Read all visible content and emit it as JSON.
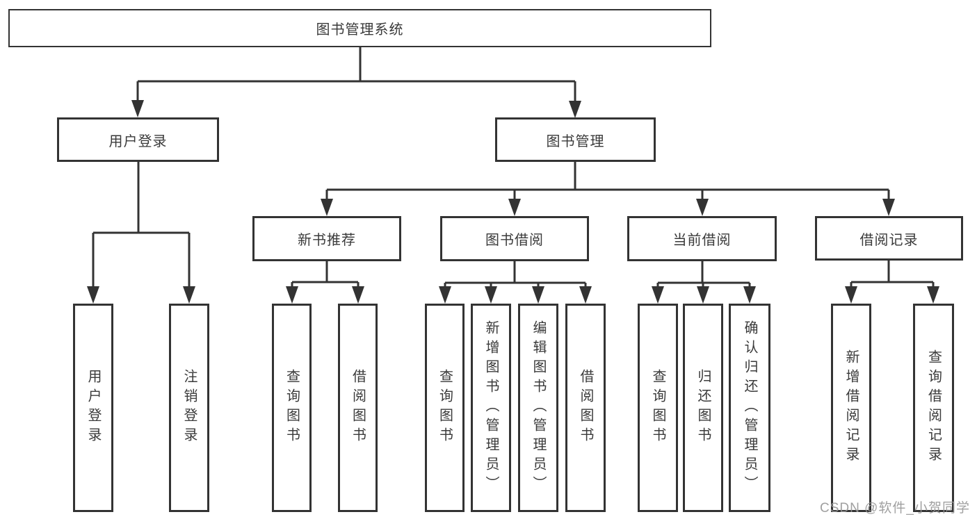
{
  "tree": {
    "label": "图书管理系统",
    "children": [
      {
        "label": "用户登录",
        "children": [
          {
            "label": "用户登录"
          },
          {
            "label": "注销登录"
          }
        ]
      },
      {
        "label": "图书管理",
        "children": [
          {
            "label": "新书推荐",
            "children": [
              {
                "label": "查询图书"
              },
              {
                "label": "借阅图书"
              }
            ]
          },
          {
            "label": "图书借阅",
            "children": [
              {
                "label": "查询图书"
              },
              {
                "label": "新增图书（管理员）"
              },
              {
                "label": "编辑图书（管理员）"
              },
              {
                "label": "借阅图书"
              }
            ]
          },
          {
            "label": "当前借阅",
            "children": [
              {
                "label": "查询图书"
              },
              {
                "label": "归还图书"
              },
              {
                "label": "确认归还（管理员）"
              }
            ]
          },
          {
            "label": "借阅记录",
            "children": [
              {
                "label": "新增借阅记录"
              },
              {
                "label": "查询借阅记录"
              }
            ]
          }
        ]
      }
    ]
  },
  "watermark": {
    "text": "CSDN @软件_小贺同学",
    "color": "#969696"
  },
  "colors": {
    "line": "#333333",
    "box_border": "#333333",
    "text": "#3a3a3a",
    "background": "#ffffff"
  }
}
